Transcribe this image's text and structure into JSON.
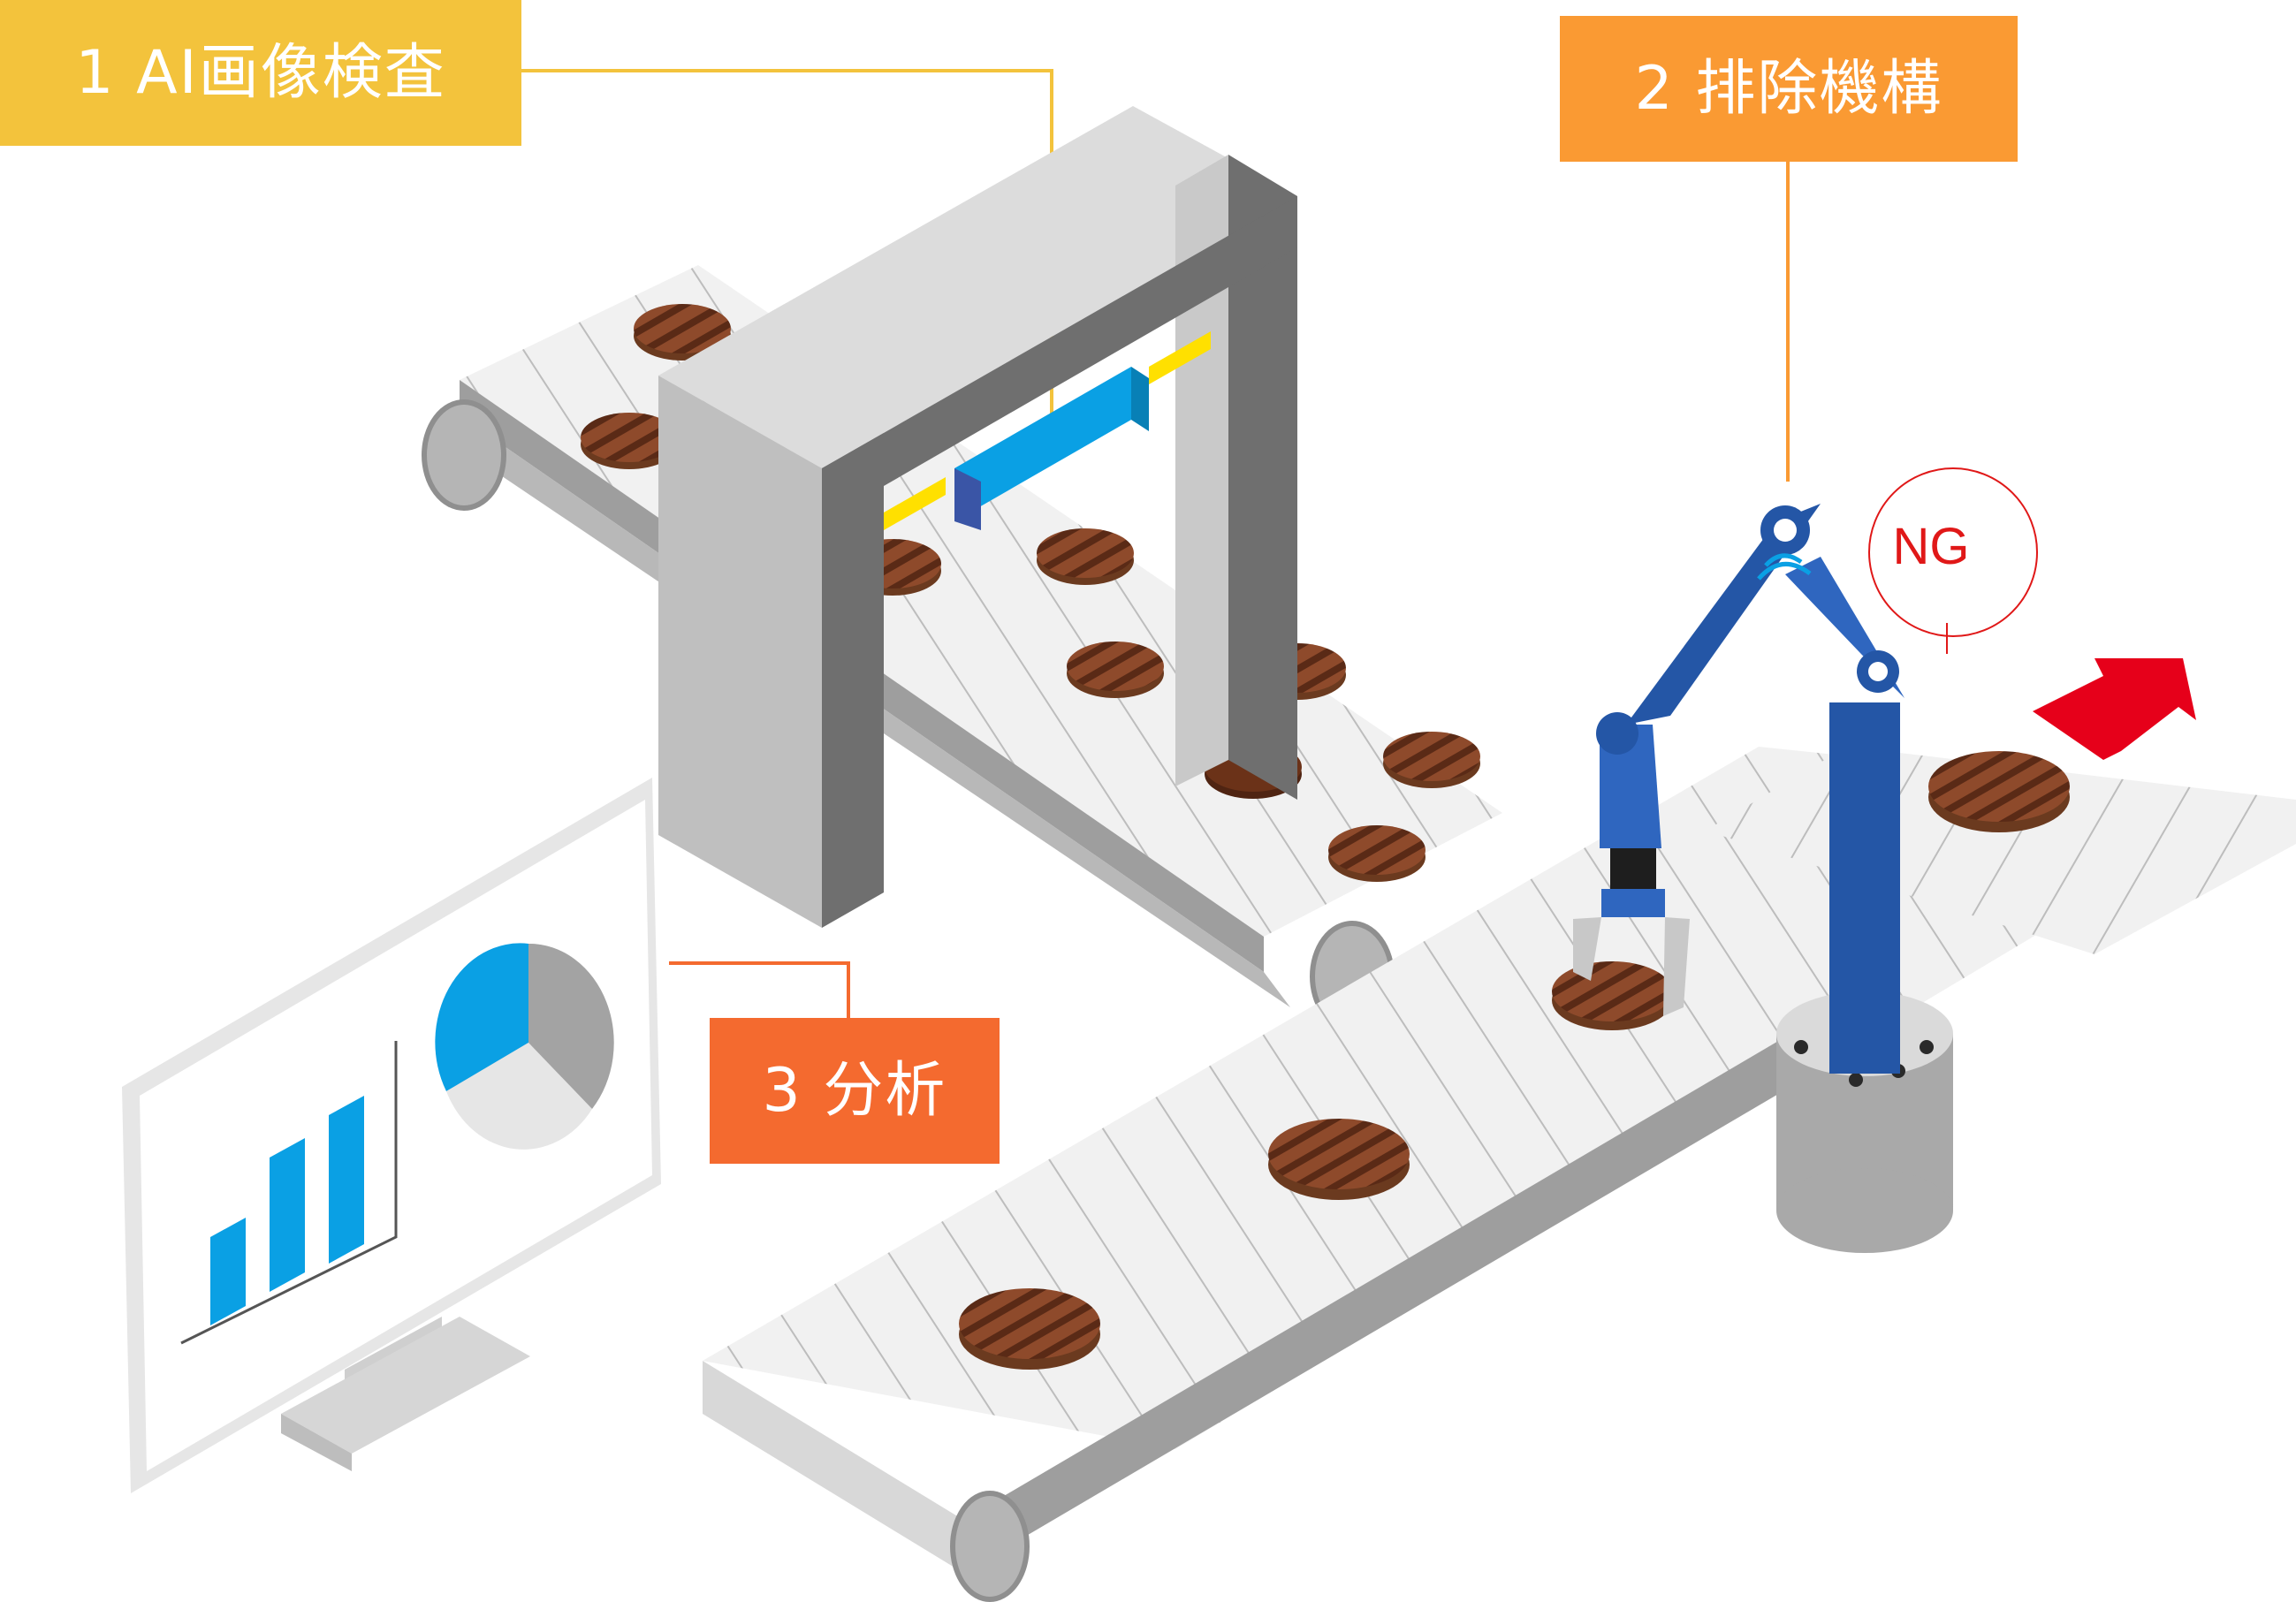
{
  "labels": {
    "ai_inspection": "1 AI画像検査",
    "rejection": "2 排除機構",
    "analysis": "3 分析",
    "ng": "NG"
  },
  "colors": {
    "ai_label": "#F3C33C",
    "reject_label": "#FA9A33",
    "analysis_label": "#F46A2F",
    "robot_blue": "#2456A6",
    "ng_red": "#E01818",
    "chart_blue": "#0AA0E4"
  },
  "icons": [
    "conveyor",
    "inspection-gate",
    "camera-sensor",
    "robot-arm",
    "patty",
    "monitor",
    "bar-chart",
    "pie-chart",
    "red-arrow"
  ]
}
